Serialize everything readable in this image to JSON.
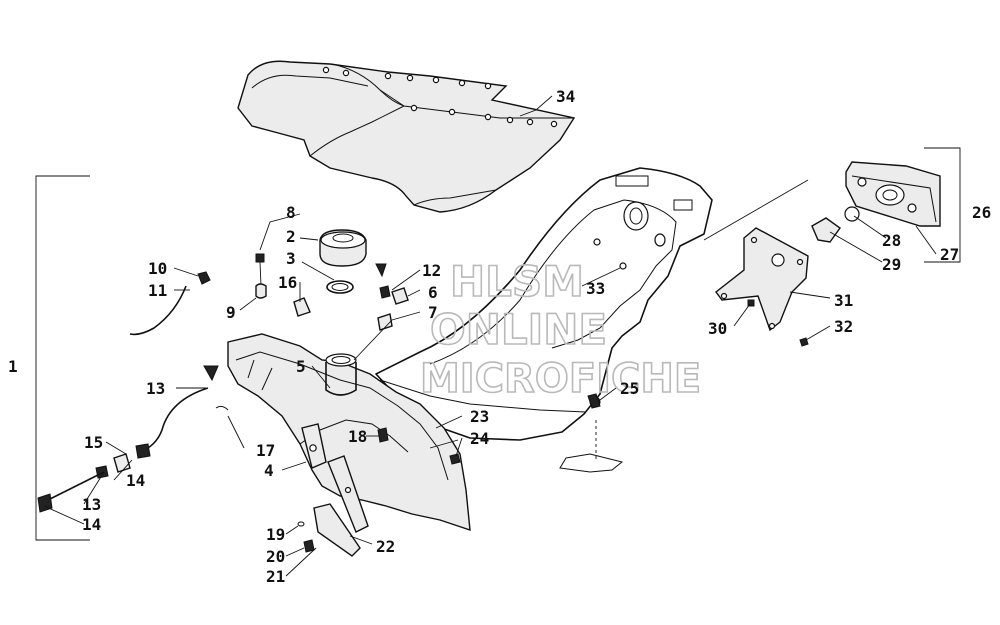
{
  "watermark": {
    "line1": "HLSM",
    "line2": "ONLINE",
    "line3": "MICROFICHE"
  },
  "callouts": {
    "c1": "1",
    "c2": "2",
    "c3": "3",
    "c4": "4",
    "c5": "5",
    "c6": "6",
    "c7": "7",
    "c8": "8",
    "c9": "9",
    "c10": "10",
    "c11": "11",
    "c12": "12",
    "c13a": "13",
    "c13b": "13",
    "c14a": "14",
    "c14b": "14",
    "c15": "15",
    "c16": "16",
    "c17": "17",
    "c18": "18",
    "c19": "19",
    "c20": "20",
    "c21": "21",
    "c22": "22",
    "c23": "23",
    "c24": "24",
    "c25": "25",
    "c26": "26",
    "c27": "27",
    "c28": "28",
    "c29": "29",
    "c30": "30",
    "c31": "31",
    "c32": "32",
    "c33": "33",
    "c34": "34"
  }
}
